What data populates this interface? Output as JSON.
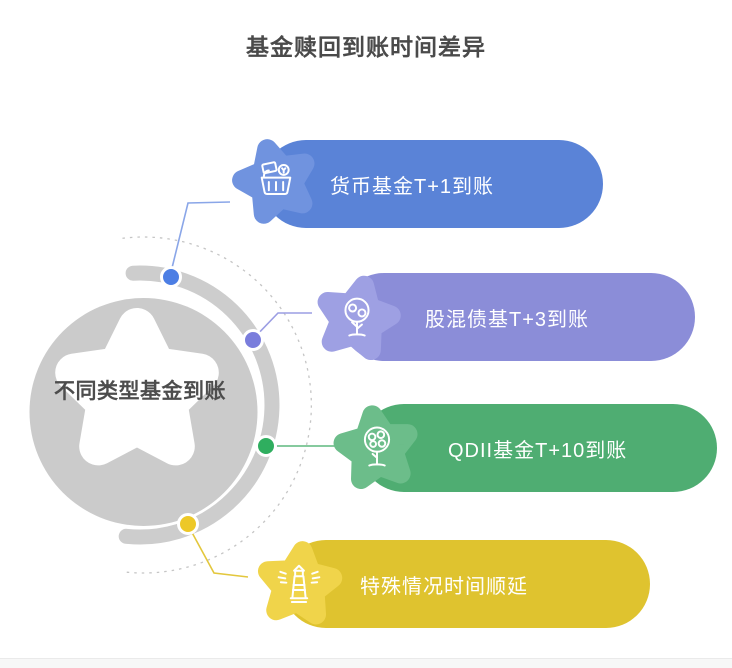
{
  "page": {
    "title": "基金赎回到账时间差异",
    "title_color": "#4a4a4a",
    "background_color": "#ffffff"
  },
  "center": {
    "label": "不同类型基金到账",
    "label_color": "#4d4d4d",
    "circle_color": "#cbcbcb",
    "star_color": "#ffffff",
    "arc_color": "#cdcdcd",
    "dotted_arc_color": "#c5c5c5"
  },
  "icons": {
    "color": "#ffffff"
  },
  "items": [
    {
      "label": "货币基金T+1到账",
      "icon": "basket-money-icon",
      "pill_color": "#5a83d7",
      "badge_color": "#7093df",
      "dot_color": "#4c7ee4",
      "line_color": "#8aa6e8"
    },
    {
      "label": "股混债基T+3到账",
      "icon": "money-tree-icon",
      "pill_color": "#8b8dd8",
      "badge_color": "#9ea0e3",
      "dot_color": "#7a7ddc",
      "line_color": "#9c9ee3"
    },
    {
      "label": "QDII基金T+10到账",
      "icon": "money-tree-coins-icon",
      "pill_color": "#4fad72",
      "badge_color": "#6cbd8a",
      "dot_color": "#2fae5f",
      "line_color": "#5fb97f"
    },
    {
      "label": "特殊情况时间顺延",
      "icon": "lighthouse-icon",
      "pill_color": "#dfc32f",
      "badge_color": "#f0d44a",
      "dot_color": "#edc827",
      "line_color": "#e3c73d"
    }
  ],
  "footer": {
    "bar_color": "#f7f7f7"
  }
}
